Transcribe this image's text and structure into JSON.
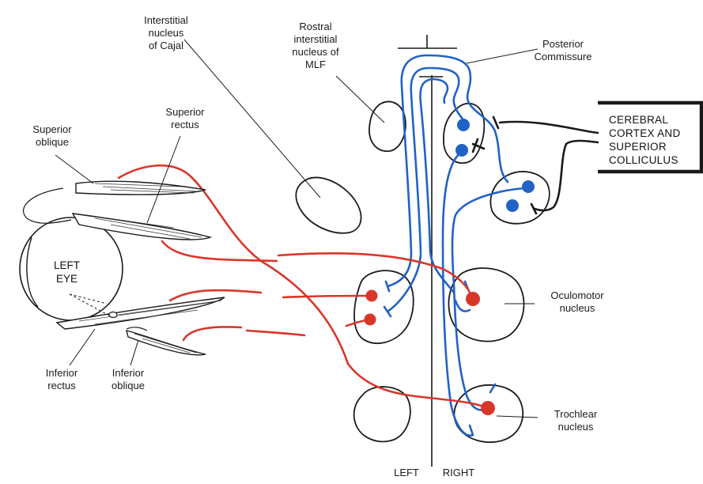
{
  "labels": {
    "interstitial_cajal": [
      "Interstitial",
      "nucleus",
      "of Cajal"
    ],
    "rostral_interstitial": [
      "Rostral",
      "interstitial",
      "nucleus of",
      "MLF"
    ],
    "posterior_commissure": [
      "Posterior",
      "Commissure"
    ],
    "cerebral_cortex": [
      "CEREBRAL",
      "CORTEX AND",
      "SUPERIOR",
      "COLLICULUS"
    ],
    "superior_oblique": [
      "Superior",
      "oblique"
    ],
    "superior_rectus": [
      "Superior",
      "rectus"
    ],
    "left_eye": [
      "LEFT",
      "EYE"
    ],
    "inferior_rectus": [
      "Inferior",
      "rectus"
    ],
    "inferior_oblique": [
      "Inferior",
      "oblique"
    ],
    "oculomotor_nucleus": [
      "Oculomotor",
      "nucleus"
    ],
    "trochlear_nucleus": [
      "Trochlear",
      "nucleus"
    ],
    "left": "LEFT",
    "right": "RIGHT"
  },
  "colors": {
    "upper_motor_pathway": "#2162c6",
    "lower_motor_pathway": "#d9362b",
    "cortical_input": "#1a1a1a"
  }
}
